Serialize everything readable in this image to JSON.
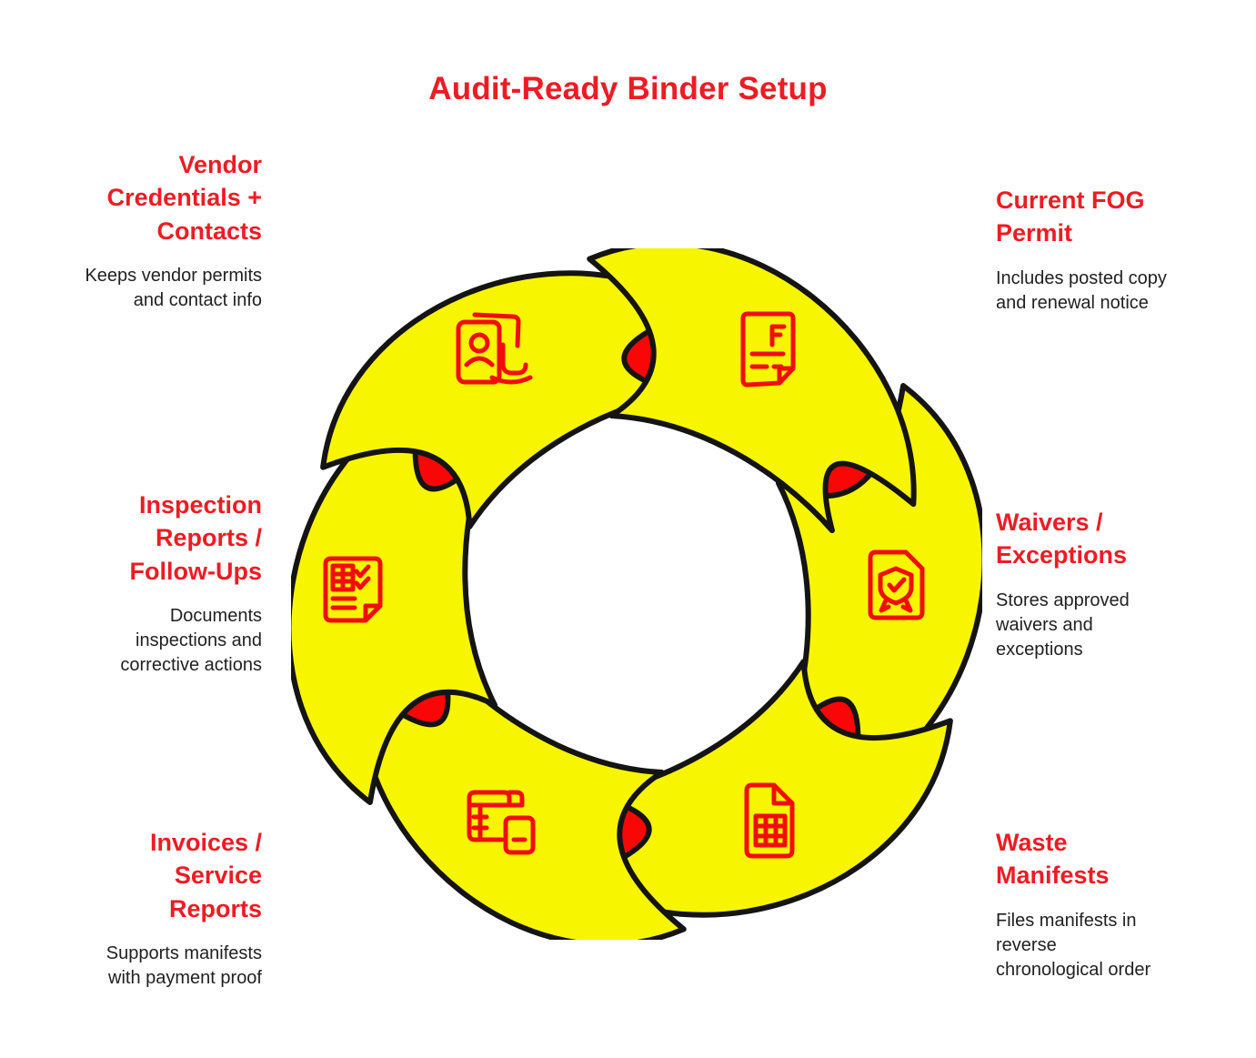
{
  "title": "Audit-Ready Binder Setup",
  "diagram": {
    "type": "cycle",
    "direction": "clockwise",
    "segment_count": 6,
    "ring_color": "#fb0606",
    "arrow_color": "#f8f500",
    "outline_color": "#141414",
    "icon_stroke_color": "#f20d0d"
  },
  "colors": {
    "heading_red": "#ed1c24",
    "body_text": "#212121",
    "background": "#ffffff"
  },
  "nodes": [
    {
      "id": "vendor-credentials",
      "heading": "Vendor Credentials + Contacts",
      "description": "Keeps vendor permits and contact info",
      "icon": "id-card-icon",
      "position": "top-left"
    },
    {
      "id": "fog-permit",
      "heading": "Current FOG Permit",
      "description": "Includes posted copy and renewal notice",
      "icon": "permit-document-icon",
      "position": "top-right"
    },
    {
      "id": "inspection-reports",
      "heading": "Inspection Reports / Follow-Ups",
      "description": "Documents inspections and corrective actions",
      "icon": "checklist-report-icon",
      "position": "middle-left"
    },
    {
      "id": "waivers-exceptions",
      "heading": "Waivers / Exceptions",
      "description": "Stores approved waivers and exceptions",
      "icon": "certificate-document-icon",
      "position": "middle-right"
    },
    {
      "id": "invoices-service-reports",
      "heading": "Invoices / Service Reports",
      "description": "Supports manifests with payment proof",
      "icon": "invoice-terminal-icon",
      "position": "bottom-left"
    },
    {
      "id": "waste-manifests",
      "heading": "Waste Manifests",
      "description": "Files manifests in reverse chronological order",
      "icon": "spreadsheet-document-icon",
      "position": "bottom-right"
    }
  ]
}
